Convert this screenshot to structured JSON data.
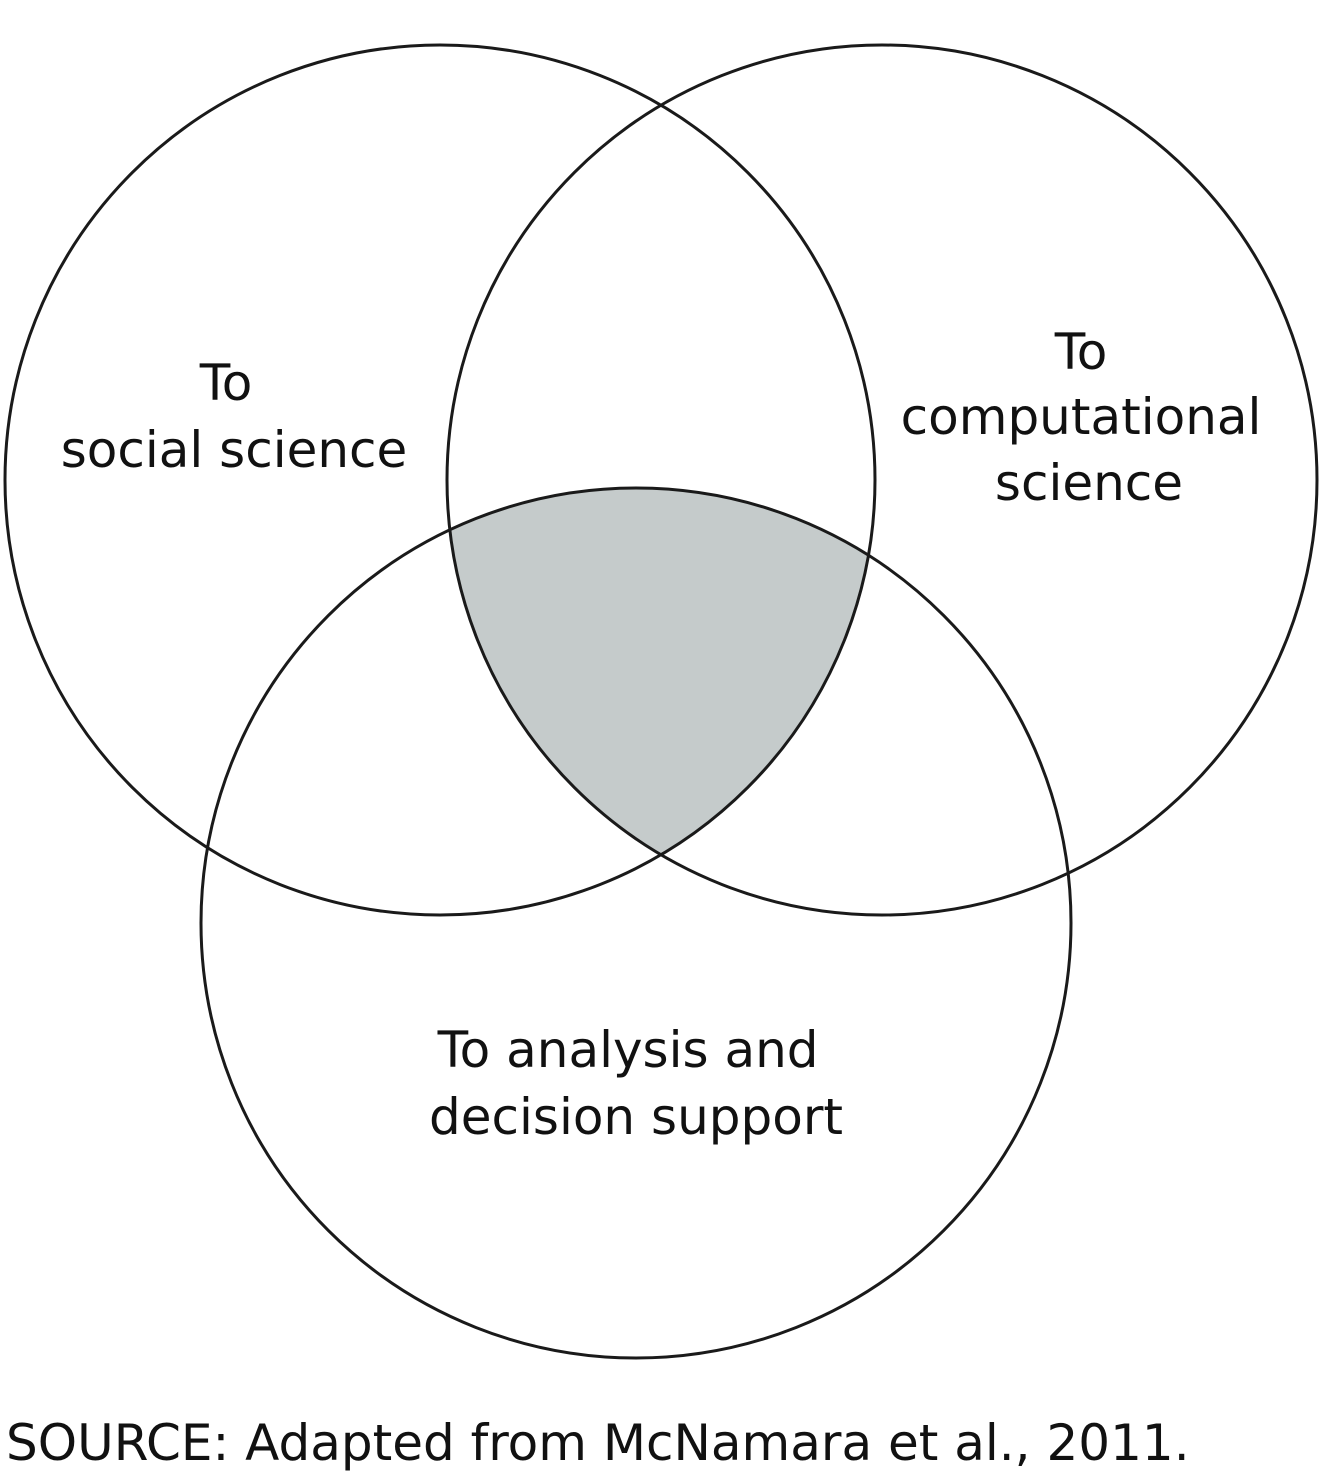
{
  "diagram": {
    "type": "venn",
    "colors": {
      "outline": "#1a1a1a",
      "shared_region": "#c5cbcb"
    },
    "sets": [
      {
        "id": "social",
        "label_lines": [
          "To",
          "social science"
        ]
      },
      {
        "id": "computational",
        "label_lines": [
          "To",
          "computational",
          "science"
        ]
      },
      {
        "id": "analysis",
        "label_lines": [
          "To analysis and",
          "decision support"
        ]
      }
    ],
    "highlighted_region": [
      "social",
      "computational",
      "analysis"
    ]
  },
  "source_note": "SOURCE: Adapted from McNamara et al., 2011."
}
